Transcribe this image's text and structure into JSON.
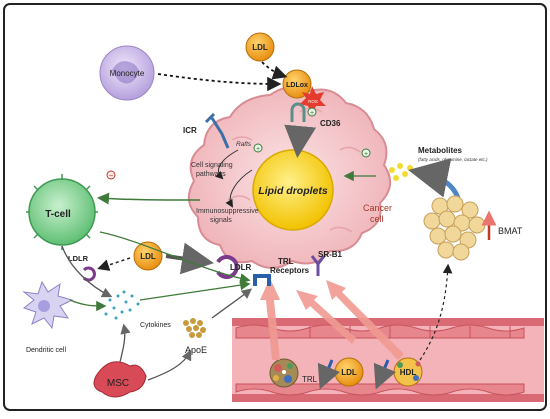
{
  "labels": {
    "ldl_top": "LDL",
    "monocyte": "Monocyte",
    "ldlox": "LDLox",
    "ros": "ROS",
    "cd36": "CD36",
    "icr": "ICR",
    "rafts": "Rafts",
    "cell_signaling": "Cell signaling",
    "pathways": "pathways",
    "immunosuppressive": "Immunosuppressive",
    "signals": "signals",
    "lipid_droplets": "Lipid droplets",
    "cancer": "Cancer",
    "cell": "cell",
    "tcell": "T-cell",
    "ldlr_left": "LDLR",
    "ldl_mid": "LDL",
    "ldlr_right": "LDLR",
    "trl_receptors_1": "TRL",
    "trl_receptors_2": "Receptors",
    "srb1": "SR-B1",
    "metabolites": "Metabolites",
    "metabolites_sub": "(fatty acids, glutamine, lactate etc.)",
    "bmat": "BMAT",
    "dendritic": "Dendritic cell",
    "cytokines": "Cytokines",
    "apoe": "ApoE",
    "msc": "MSC",
    "trl_vessel": "TRL",
    "ldl_vessel": "LDL",
    "hdl_vessel": "HDL",
    "plus": "+",
    "minus": "−"
  },
  "colors": {
    "ldl": "#f0a020",
    "cancer_cell": "#f6c9cc",
    "lipid_droplet": "#f7d21a",
    "tcell": "#7fd08e",
    "monocyte": "#c8b7e6",
    "vessel": "#e5848c",
    "red_arrow": "#e9756e",
    "msc": "#d84a55",
    "bmat": "#f1d79a"
  }
}
